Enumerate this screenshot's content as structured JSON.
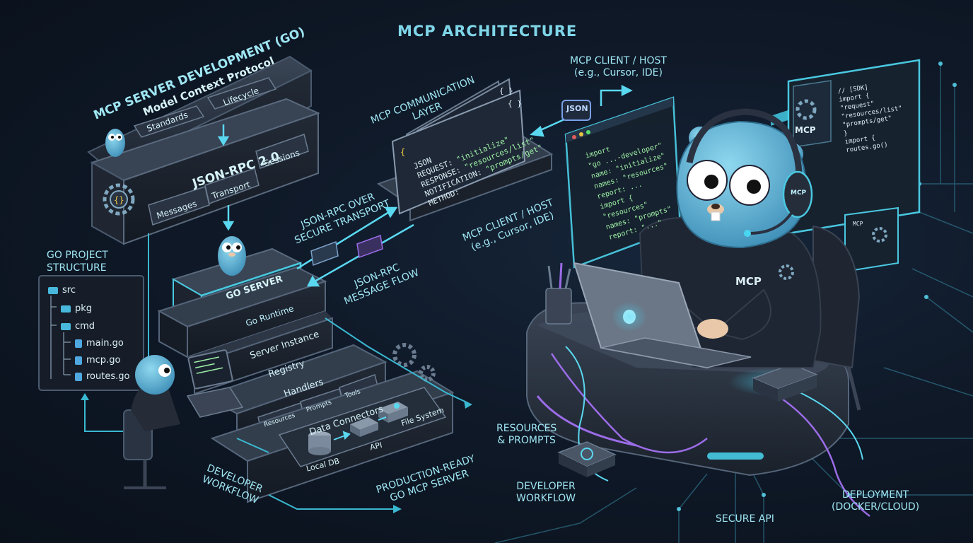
{
  "title": "MCP ARCHITECTURE",
  "stack": {
    "heading": "MCP SERVER DEVELOPMENT (GO)",
    "protocol": {
      "title": "Model Context Protocol",
      "items": [
        "Standards",
        "Lifecycle"
      ]
    },
    "jsonrpc": {
      "title": "JSON-RPC 2.0",
      "items": [
        "Messages",
        "Transport",
        "Sessions"
      ]
    },
    "go_server": {
      "title": "GO SERVER",
      "runtime": "Go Runtime"
    },
    "layers": [
      "Server Instance",
      "Registry"
    ],
    "handlers": {
      "title": "Handlers",
      "items": [
        "Resources",
        "Prompts",
        "Tools"
      ]
    },
    "connectors": {
      "title": "Data Connectors",
      "items": [
        "Local DB",
        "API",
        "File System"
      ]
    }
  },
  "project": {
    "heading_line1": "GO PROJECT",
    "heading_line2": "STRUCTURE",
    "tree": [
      "src",
      "pkg",
      "cmd",
      "main.go",
      "mcp.go",
      "routes.go"
    ]
  },
  "comm": {
    "heading_line1": "MCP COMMUNICATION",
    "heading_line2": "LAYER",
    "json_label": "JSON",
    "request_label": "REQUEST:",
    "request_value": "\"initialize\"",
    "response_label": "RESPONSE:",
    "response_value": "\"resources/list\"",
    "notification_label": "NOTIFICATION:",
    "notification_value": "\"prompts/get\"",
    "method_label": "METHOD:",
    "brace": "{ }",
    "bracket_open": "{"
  },
  "transport_over_line1": "JSON-RPC OVER",
  "transport_over_line2": "SECURE TRANSPORT",
  "message_flow_line1": "JSON-RPC",
  "message_flow_line2": "MESSAGE FLOW",
  "client_mid_line1": "MCP CLIENT / HOST",
  "client_mid_line2": "(e.g., Cursor, IDE)",
  "client_top_line1": "MCP CLIENT / HOST",
  "client_top_line2": "(e.g., Cursor, IDE)",
  "json_badge": "JSON",
  "dev_workflow_left_line1": "DEVELOPER",
  "dev_workflow_left_line2": "WORKFLOW",
  "production_line1": "PRODUCTION-READY",
  "production_line2": "GO MCP SERVER",
  "resources_line1": "RESOURCES",
  "resources_line2": "& PROMPTS",
  "dev_workflow_right_line1": "DEVELOPER",
  "dev_workflow_right_line2": "WORKFLOW",
  "secure_api": "SECURE API",
  "deployment_line1": "DEPLOYMENT",
  "deployment_line2": "(DOCKER/CLOUD)",
  "hoodie_text": "MCP",
  "headset_text": "MCP",
  "right_panel_text": "MCP",
  "monitor_code": [
    "import",
    "\"go ...-developer\"",
    "name: \"initialize\"",
    "names: \"resources\"",
    "report: ...",
    "import {",
    "\"resources\"",
    "names: \"prompts\"",
    "report: \"...\""
  ],
  "right_code": [
    "// [SDK]",
    "import {",
    "\"request\"",
    "\"resources/list\"",
    "\"prompts/get\"",
    "}",
    "import {",
    "routes.go()"
  ],
  "right_code_small": "MCP",
  "colors": {
    "accent": "#5ad8f0",
    "background": "#0d1420",
    "panel": "#1c2533",
    "code_green": "#9ef0a6",
    "purple": "#9c6ce8",
    "gopher": "#5fb8d8"
  }
}
